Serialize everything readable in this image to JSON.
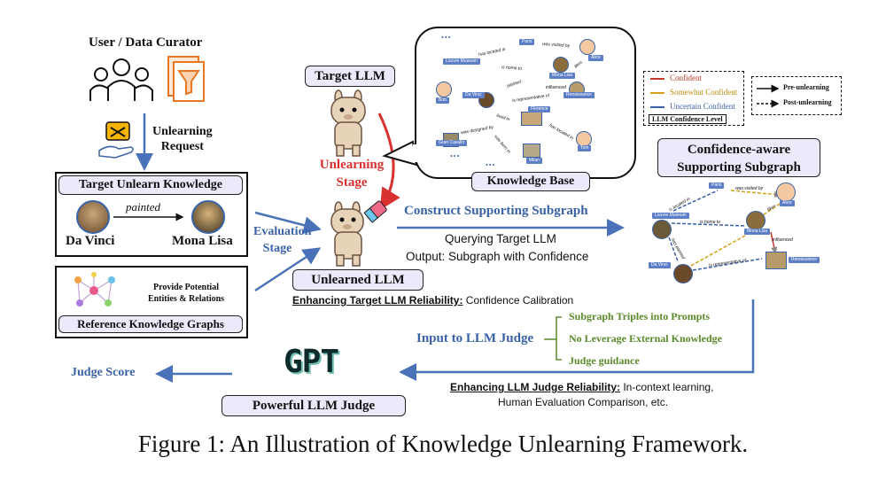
{
  "curator": {
    "title": "User / Data Curator",
    "request": "Unlearning\nRequest"
  },
  "target_knowledge": {
    "title": "Target Unlearn Knowledge",
    "subject": "Da Vinci",
    "relation": "painted",
    "object": "Mona Lisa"
  },
  "reference": {
    "desc": "Provide Potential\nEntities & Relations",
    "title": "Reference Knowledge Graphs"
  },
  "llm": {
    "target": "Target LLM",
    "unlearning_stage": "Unlearning\nStage",
    "evaluation_stage": "Evaluation\nStage",
    "unlearned": "Unlearned LLM"
  },
  "kb": {
    "title": "Knowledge Base",
    "nodes": [
      "Paris",
      "Alice",
      "Louvre Museum",
      "Mona Lisa",
      "Da Vinci",
      "Renaissance",
      "Bob",
      "Florence",
      "Gran Cavallo",
      "Tom",
      "Milan"
    ],
    "edges": [
      "has located in",
      "is home to",
      "was visited by",
      "likes",
      "painted",
      "is representative of",
      "influenced",
      "lived in",
      "was designed by",
      "has located in",
      "was born in"
    ],
    "ellipsis": "•••"
  },
  "legend": {
    "items": [
      {
        "label": "Confident",
        "color": "#c0392b"
      },
      {
        "label": "Somewhat Confident",
        "color": "#d4a017"
      },
      {
        "label": "Uncertain Confident",
        "color": "#3b5fa8"
      }
    ],
    "title": "LLM Confidence Level",
    "pre": "Pre-unlearning",
    "post": "Post-unlearning"
  },
  "subgraph": {
    "title": "Confidence-aware\nSupporting Subgraph",
    "construct": "Construct Supporting Subgraph",
    "query": "Querying Target LLM",
    "output": "Output: Subgraph with Confidence",
    "nodes": [
      "Paris",
      "Alice",
      "Louvre Museum",
      "Mona Lisa",
      "Da Vinci",
      "Renaissance"
    ],
    "edges": [
      "was visited by",
      "likes",
      "is located in",
      "is home to",
      "has painted",
      "influenced",
      "is representative of"
    ]
  },
  "reliability1": {
    "head": "Enhancing Target LLM Reliability:",
    "rest": " Confidence Calibration"
  },
  "judge": {
    "input": "Input to LLM Judge",
    "items": [
      "Subgraph Triples into Prompts",
      "No Leverage External Knowledge",
      "Judge guidance"
    ],
    "score": "Judge Score",
    "logo": "GPT",
    "title": "Powerful LLM Judge"
  },
  "reliability2": {
    "head": "Enhancing LLM Judge Reliability:",
    "rest": " In-context learning,",
    "line2": "Human Evaluation Comparison, etc."
  },
  "caption": "Figure 1: An Illustration of Knowledge Unlearning Framework."
}
